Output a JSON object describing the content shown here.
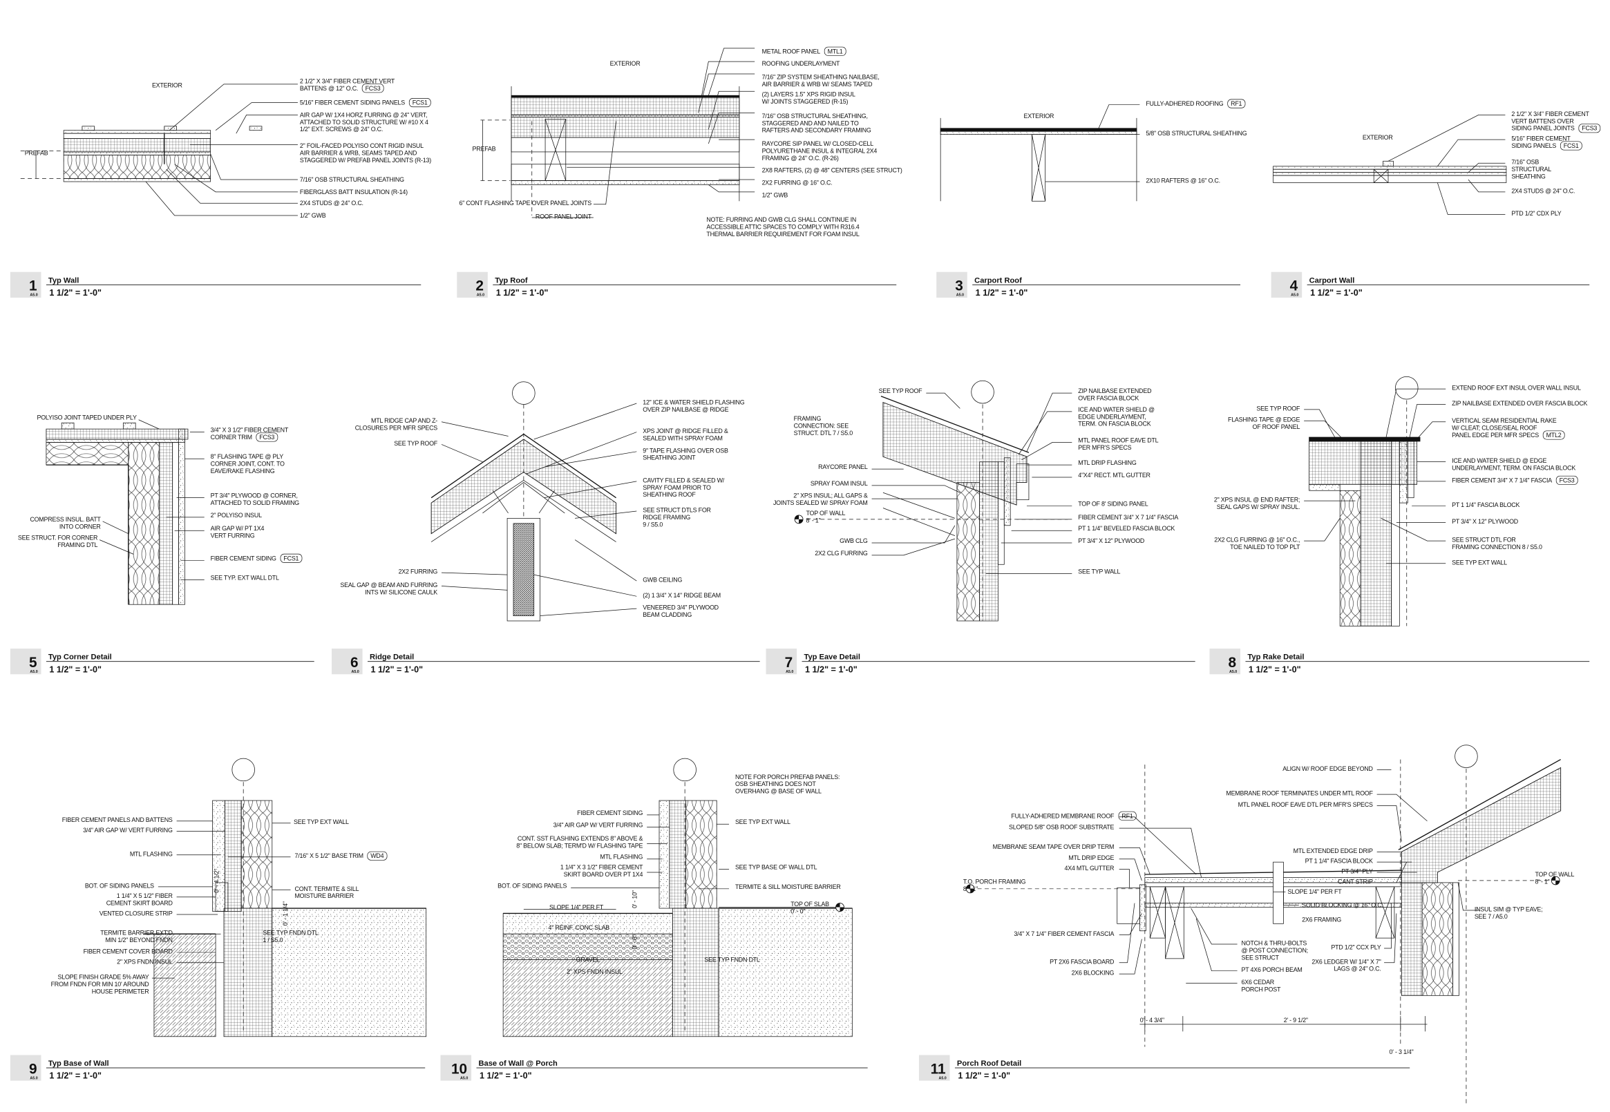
{
  "sheet_ref": "A5.0",
  "details": [
    {
      "number": "1",
      "title": "Typ Wall",
      "scale": "1 1/2\" = 1'-0\"",
      "notes": [
        {
          "lines": [
            "EXTERIOR"
          ]
        },
        {
          "lines": [
            "PREFAB"
          ]
        },
        {
          "lines": [
            "2 1/2\" X 3/4\" FIBER CEMENT VERT",
            "BATTENS @ 12\" O.C."
          ],
          "tag": "FCS3"
        },
        {
          "lines": [
            "5/16\" FIBER CEMENT SIDING PANELS"
          ],
          "tag": "FCS1"
        },
        {
          "lines": [
            "AIR GAP W/ 1X4 HORZ FURRING @ 24\" VERT,",
            "ATTACHED TO SOLID STRUCTURE W/ #10 X 4",
            "1/2\" EXT. SCREWS @ 24\" O.C."
          ]
        },
        {
          "lines": [
            "2\" FOIL-FACED POLYISO CONT RIGID INSUL",
            "AIR BARRIER & WRB, SEAMS TAPED AND",
            "STAGGERED W/ PREFAB PANEL JOINTS (R-13)"
          ]
        },
        {
          "lines": [
            "7/16\" OSB STRUCTURAL SHEATHING"
          ]
        },
        {
          "lines": [
            "FIBERGLASS BATT INSULATION (R-14)"
          ]
        },
        {
          "lines": [
            "2X4 STUDS @ 24\" O.C."
          ]
        },
        {
          "lines": [
            "1/2\" GWB"
          ]
        }
      ]
    },
    {
      "number": "2",
      "title": "Typ Roof",
      "scale": "1 1/2\" = 1'-0\"",
      "notes": [
        {
          "lines": [
            "EXTERIOR"
          ]
        },
        {
          "lines": [
            "PREFAB"
          ]
        },
        {
          "lines": [
            "METAL ROOF PANEL"
          ],
          "tag": "MTL1"
        },
        {
          "lines": [
            "ROOFING UNDERLAYMENT"
          ]
        },
        {
          "lines": [
            "7/16\" ZIP SYSTEM SHEATHING NAILBASE,",
            "AIR BARRIER & WRB W/ SEAMS TAPED"
          ]
        },
        {
          "lines": [
            "(2) LAYERS 1.5\" XPS RIGID INSUL",
            "W/ JOINTS STAGGERED (R-15)"
          ]
        },
        {
          "lines": [
            "7/16\" OSB STRUCTURAL SHEATHING,",
            "STAGGERED AND AND NAILED TO",
            "RAFTERS AND SECONDARY FRAMING"
          ]
        },
        {
          "lines": [
            "RAYCORE SIP PANEL W/ CLOSED-CELL",
            "POLYURETHANE INSUL & INTEGRAL 2X4",
            "FRAMING @ 24\" O.C. (R-26)"
          ]
        },
        {
          "lines": [
            "2X8 RAFTERS, (2) @ 48\" CENTERS (SEE STRUCT)"
          ]
        },
        {
          "lines": [
            "2X2 FURRING @ 16\" O.C."
          ]
        },
        {
          "lines": [
            "1/2\" GWB"
          ]
        },
        {
          "lines": [
            "6\" CONT FLASHING TAPE OVER PANEL JOINTS"
          ]
        },
        {
          "lines": [
            "ROOF PANEL JOINT"
          ]
        },
        {
          "lines": [
            "NOTE: FURRING AND GWB CLG SHALL CONTINUE IN",
            "ACCESSIBLE ATTIC SPACES TO COMPLY WITH R316.4",
            "THERMAL BARRIER REQUIREMENT FOR FOAM INSUL"
          ]
        }
      ]
    },
    {
      "number": "3",
      "title": "Carport Roof",
      "scale": "1 1/2\" = 1'-0\"",
      "notes": [
        {
          "lines": [
            "EXTERIOR"
          ]
        },
        {
          "lines": [
            "FULLY-ADHERED ROOFING"
          ],
          "tag": "RF1"
        },
        {
          "lines": [
            "5/8\" OSB STRUCTURAL SHEATHING"
          ]
        },
        {
          "lines": [
            "2X10 RAFTERS @ 16\" O.C."
          ]
        }
      ]
    },
    {
      "number": "4",
      "title": "Carport Wall",
      "scale": "1 1/2\" = 1'-0\"",
      "notes": [
        {
          "lines": [
            "EXTERIOR"
          ]
        },
        {
          "lines": [
            "2 1/2\" X 3/4\" FIBER CEMENT",
            "VERT BATTENS OVER",
            "SIDING PANEL JOINTS"
          ],
          "tag": "FCS3"
        },
        {
          "lines": [
            "5/16\" FIBER CEMENT",
            "SIDING PANELS"
          ],
          "tag": "FCS1"
        },
        {
          "lines": [
            "7/16\" OSB",
            "STRUCTURAL",
            "SHEATHING"
          ]
        },
        {
          "lines": [
            "2X4 STUDS @ 24\" O.C."
          ]
        },
        {
          "lines": [
            "PTD 1/2\" CDX PLY"
          ]
        }
      ]
    },
    {
      "number": "5",
      "title": "Typ Corner Detail",
      "scale": "1 1/2\" = 1'-0\"",
      "notes": [
        {
          "lines": [
            "POLYISO JOINT TAPED UNDER PLY"
          ]
        },
        {
          "lines": [
            "3/4\" X 3 1/2\" FIBER CEMENT",
            "CORNER TRIM"
          ],
          "tag": "FCS3"
        },
        {
          "lines": [
            "8\" FLASHING TAPE @ PLY",
            "CORNER JOINT, CONT. TO",
            "EAVE/RAKE FLASHING"
          ]
        },
        {
          "lines": [
            "PT 3/4\" PLYWOOD @ CORNER,",
            "ATTACHED TO SOLID FRAMING"
          ]
        },
        {
          "lines": [
            "2\" POLYISO INSUL"
          ]
        },
        {
          "lines": [
            "AIR GAP W/ PT 1X4",
            "VERT FURRING"
          ]
        },
        {
          "lines": [
            "FIBER CEMENT SIDING"
          ],
          "tag": "FCS1"
        },
        {
          "lines": [
            "SEE TYP. EXT WALL DTL"
          ]
        },
        {
          "lines": [
            "COMPRESS INSUL. BATT",
            "INTO CORNER"
          ]
        },
        {
          "lines": [
            "SEE STRUCT. FOR CORNER",
            "FRAMING DTL"
          ]
        }
      ]
    },
    {
      "number": "6",
      "title": "Ridge Detail",
      "scale": "1 1/2\" = 1'-0\"",
      "notes": [
        {
          "lines": [
            "MTL RIDGE CAP AND Z-",
            "CLOSURES PER MFR SPECS"
          ]
        },
        {
          "lines": [
            "SEE TYP ROOF"
          ]
        },
        {
          "lines": [
            "2X2 FURRING"
          ]
        },
        {
          "lines": [
            "SEAL GAP @ BEAM AND FURRING",
            "INTS W/ SILICONE CAULK"
          ]
        },
        {
          "lines": [
            "12\" ICE & WATER SHIELD FLASHING",
            "OVER ZIP NAILBASE @ RIDGE"
          ]
        },
        {
          "lines": [
            "XPS JOINT @ RIDGE FILLED &",
            "SEALED WITH SPRAY FOAM"
          ]
        },
        {
          "lines": [
            "9\" TAPE FLASHING OVER OSB",
            "SHEATHING JOINT"
          ]
        },
        {
          "lines": [
            "CAVITY FILLED & SEALED W/",
            "SPRAY FOAM  PRIOR TO",
            "SHEATHING ROOF"
          ]
        },
        {
          "lines": [
            "SEE STRUCT DTLS FOR",
            "RIDGE FRAMING",
            "9 / S5.0"
          ]
        },
        {
          "lines": [
            "GWB CEILING"
          ]
        },
        {
          "lines": [
            "(2) 1 3/4\" X 14\" RIDGE BEAM"
          ]
        },
        {
          "lines": [
            "VENEERED 3/4\" PLYWOOD",
            "BEAM CLADDING"
          ]
        }
      ]
    },
    {
      "number": "7",
      "title": "Typ Eave Detail",
      "scale": "1 1/2\" = 1'-0\"",
      "notes": [
        {
          "lines": [
            "SEE TYP ROOF"
          ]
        },
        {
          "lines": [
            "FRAMING",
            "CONNECTION: SEE",
            "STRUCT. DTL  7 / S5.0"
          ]
        },
        {
          "lines": [
            "RAYCORE PANEL"
          ]
        },
        {
          "lines": [
            "SPRAY FOAM INSUL"
          ]
        },
        {
          "lines": [
            "2\" XPS INSUL; ALL GAPS &",
            "JOINTS SEALED W/ SPRAY FOAM"
          ]
        },
        {
          "lines": [
            "TOP OF WALL",
            "8' - 1\""
          ]
        },
        {
          "lines": [
            "GWB CLG"
          ]
        },
        {
          "lines": [
            "2X2 CLG FURRING"
          ]
        },
        {
          "lines": [
            "ZIP NAILBASE EXTENDED",
            "OVER FASCIA BLOCK"
          ]
        },
        {
          "lines": [
            "ICE AND WATER SHIELD @",
            "EDGE UNDERLAYMENT,",
            "TERM. ON FASCIA BLOCK"
          ]
        },
        {
          "lines": [
            "MTL PANEL ROOF EAVE DTL",
            "PER MFR'S SPECS"
          ]
        },
        {
          "lines": [
            "MTL DRIP FLASHING"
          ]
        },
        {
          "lines": [
            "4\"X4\" RECT. MTL GUTTER"
          ]
        },
        {
          "lines": [
            "TOP OF 8' SIDING PANEL"
          ]
        },
        {
          "lines": [
            "FIBER CEMENT 3/4\" X 7 1/4\" FASCIA"
          ]
        },
        {
          "lines": [
            "PT 1 1/4\" BEVELED FASCIA BLOCK"
          ]
        },
        {
          "lines": [
            "PT 3/4\" X 12\" PLYWOOD"
          ]
        },
        {
          "lines": [
            "SEE TYP WALL"
          ]
        }
      ]
    },
    {
      "number": "8",
      "title": "Typ Rake Detail",
      "scale": "1 1/2\" = 1'-0\"",
      "notes": [
        {
          "lines": [
            "SEE TYP ROOF"
          ]
        },
        {
          "lines": [
            "FLASHING TAPE @ EDGE",
            "OF ROOF PANEL"
          ]
        },
        {
          "lines": [
            "2\" XPS INSUL @ END RAFTER;",
            "SEAL GAPS W/ SPRAY INSUL."
          ]
        },
        {
          "lines": [
            "2X2 CLG FURRING @ 16\" O.C.,",
            "TOE NAILED TO TOP PLT"
          ]
        },
        {
          "lines": [
            "EXTEND ROOF EXT INSUL OVER WALL INSUL"
          ]
        },
        {
          "lines": [
            "ZIP NAILBASE EXTENDED OVER FASCIA BLOCK"
          ]
        },
        {
          "lines": [
            "VERTICAL SEAM RESIDENTIAL RAKE",
            "W/ CLEAT; CLOSE/SEAL ROOF",
            "PANEL EDGE PER MFR SPECS"
          ],
          "tag": "MTL2"
        },
        {
          "lines": [
            "ICE AND WATER SHIELD @ EDGE",
            "UNDERLAYMENT, TERM. ON FASCIA BLOCK"
          ]
        },
        {
          "lines": [
            "FIBER CEMENT 3/4\" X 7 1/4\" FASCIA"
          ],
          "tag": "FCS3"
        },
        {
          "lines": [
            "PT 1 1/4\" FASCIA BLOCK"
          ]
        },
        {
          "lines": [
            "PT 3/4\" X 12\" PLYWOOD"
          ]
        },
        {
          "lines": [
            "SEE STRUCT DTL FOR",
            "FRAMING CONNECTION  8 / S5.0"
          ]
        },
        {
          "lines": [
            "SEE TYP EXT WALL"
          ]
        }
      ]
    },
    {
      "number": "9",
      "title": "Typ Base of Wall",
      "scale": "1 1/2\" = 1'-0\"",
      "notes": [
        {
          "lines": [
            "FIBER CEMENT PANELS AND BATTENS"
          ]
        },
        {
          "lines": [
            "3/4\" AIR GAP W/ VERT FURRING"
          ]
        },
        {
          "lines": [
            "MTL FLASHING"
          ]
        },
        {
          "lines": [
            "BOT. OF SIDING PANELS"
          ]
        },
        {
          "lines": [
            "1 1/4\" X 5 1/2\" FIBER",
            "CEMENT SKIRT BOARD"
          ]
        },
        {
          "lines": [
            "VENTED CLOSURE STRIP"
          ]
        },
        {
          "lines": [
            "TERMITE BARRIER EXT'D",
            "MIN 1/2\" BEYOND FNDN"
          ]
        },
        {
          "lines": [
            "FIBER CEMENT COVER BOARD"
          ]
        },
        {
          "lines": [
            "2\" XPS FNDN INSUL"
          ]
        },
        {
          "lines": [
            "SLOPE FINISH GRADE 5% AWAY",
            "FROM FNDN FOR MIN 10' AROUND",
            "HOUSE PERIMETER"
          ]
        },
        {
          "lines": [
            "SEE TYP EXT WALL"
          ]
        },
        {
          "lines": [
            "7/16\" X 5 1/2\" BASE TRIM"
          ],
          "tag": "WD4"
        },
        {
          "lines": [
            "CONT. TERMITE & SILL",
            "MOISTURE BARRIER"
          ]
        },
        {
          "lines": [
            "SEE TYP FNDN DTL",
            "1 / S5.0"
          ]
        },
        {
          "lines": [
            "0' - 4 1/2\""
          ]
        },
        {
          "lines": [
            "0' - 1 1/4\""
          ]
        }
      ]
    },
    {
      "number": "10",
      "title": "Base of Wall @ Porch",
      "scale": "1 1/2\" = 1'-0\"",
      "notes": [
        {
          "lines": [
            "NOTE FOR PORCH PREFAB PANELS:",
            "OSB SHEATHING DOES NOT",
            "OVERHANG @ BASE OF WALL"
          ]
        },
        {
          "lines": [
            "FIBER CEMENT SIDING"
          ]
        },
        {
          "lines": [
            "3/4\" AIR GAP W/ VERT FURRING"
          ]
        },
        {
          "lines": [
            "CONT. SST FLASHING EXTENDS 8\" ABOVE &",
            "8\" BELOW SLAB; TERM'D W/ FLASHING TAPE"
          ]
        },
        {
          "lines": [
            "MTL FLASHING"
          ]
        },
        {
          "lines": [
            "1 1/4\" X 3 1/2\" FIBER CEMENT",
            "SKIRT BOARD OVER PT 1X4"
          ]
        },
        {
          "lines": [
            "BOT. OF SIDING PANELS"
          ]
        },
        {
          "lines": [
            "SEE TYP EXT WALL"
          ]
        },
        {
          "lines": [
            "SEE TYP BASE OF WALL DTL"
          ]
        },
        {
          "lines": [
            "TERMITE & SILL MOISTURE BARRIER"
          ]
        },
        {
          "lines": [
            "TOP OF SLAB",
            "0' - 0\""
          ]
        },
        {
          "lines": [
            "SLOPE 1/4\" PER FT"
          ]
        },
        {
          "lines": [
            "4\" REINF. CONC SLAB"
          ]
        },
        {
          "lines": [
            "GRAVEL"
          ]
        },
        {
          "lines": [
            "2\" XPS FNDN INSUL"
          ]
        },
        {
          "lines": [
            "SEE TYP FNDN DTL"
          ]
        },
        {
          "lines": [
            "0' - 10\""
          ]
        },
        {
          "lines": [
            "0' - 8\""
          ]
        }
      ]
    },
    {
      "number": "11",
      "title": "Porch Roof Detail",
      "scale": "1 1/2\" = 1'-0\"",
      "notes": [
        {
          "lines": [
            "FULLY-ADHERED MEMBRANE ROOF"
          ],
          "tag": "RF1"
        },
        {
          "lines": [
            "SLOPED 5/8\" OSB ROOF SUBSTRATE"
          ]
        },
        {
          "lines": [
            "MEMBRANE SEAM TAPE OVER DRIP TERM"
          ]
        },
        {
          "lines": [
            "MTL DRIP EDGE"
          ]
        },
        {
          "lines": [
            "4X4 MTL GUTTER"
          ]
        },
        {
          "lines": [
            "T.O. PORCH FRAMING",
            "8' - 1\""
          ]
        },
        {
          "lines": [
            "3/4\" X 7 1/4\" FIBER CEMENT FASCIA"
          ]
        },
        {
          "lines": [
            "PT 2X6 FASCIA BOARD"
          ]
        },
        {
          "lines": [
            "2X6 BLOCKING"
          ]
        },
        {
          "lines": [
            "NOTCH & THRU-BOLTS",
            "@ POST CONNECTION;",
            "SEE STRUCT"
          ]
        },
        {
          "lines": [
            "PT 4X6 PORCH BEAM"
          ]
        },
        {
          "lines": [
            "6X6 CEDAR",
            "PORCH POST"
          ]
        },
        {
          "lines": [
            "ALIGN W/ ROOF EDGE BEYOND"
          ]
        },
        {
          "lines": [
            "MEMBRANE ROOF TERMINATES UNDER MTL ROOF"
          ]
        },
        {
          "lines": [
            "MTL PANEL ROOF EAVE DTL PER MFR'S SPECS"
          ]
        },
        {
          "lines": [
            "MTL EXTENDED EDGE DRIP"
          ]
        },
        {
          "lines": [
            "PT 1 1/4\" FASCIA BLOCK"
          ]
        },
        {
          "lines": [
            "PT 3/4\" PLY"
          ]
        },
        {
          "lines": [
            "CANT STRIP"
          ]
        },
        {
          "lines": [
            "SLOPE 1/4\" PER FT"
          ]
        },
        {
          "lines": [
            "SOLID BLOCKING @ 16\" O.C."
          ]
        },
        {
          "lines": [
            "2X6 FRAMING"
          ]
        },
        {
          "lines": [
            "PTD 1/2\" CCX PLY"
          ]
        },
        {
          "lines": [
            "2X6 LEDGER W/ 1/4\" X 7\"",
            "LAGS @ 24\" O.C."
          ]
        },
        {
          "lines": [
            "TOP OF WALL",
            "8' - 1\""
          ]
        },
        {
          "lines": [
            "INSUL SIM @ TYP EAVE;",
            "SEE  7 / A5.0"
          ]
        },
        {
          "lines": [
            "0' - 4 3/4\""
          ]
        },
        {
          "lines": [
            "2' - 9 1/2\""
          ]
        },
        {
          "lines": [
            "0' - 3 1/4\""
          ]
        }
      ]
    }
  ]
}
